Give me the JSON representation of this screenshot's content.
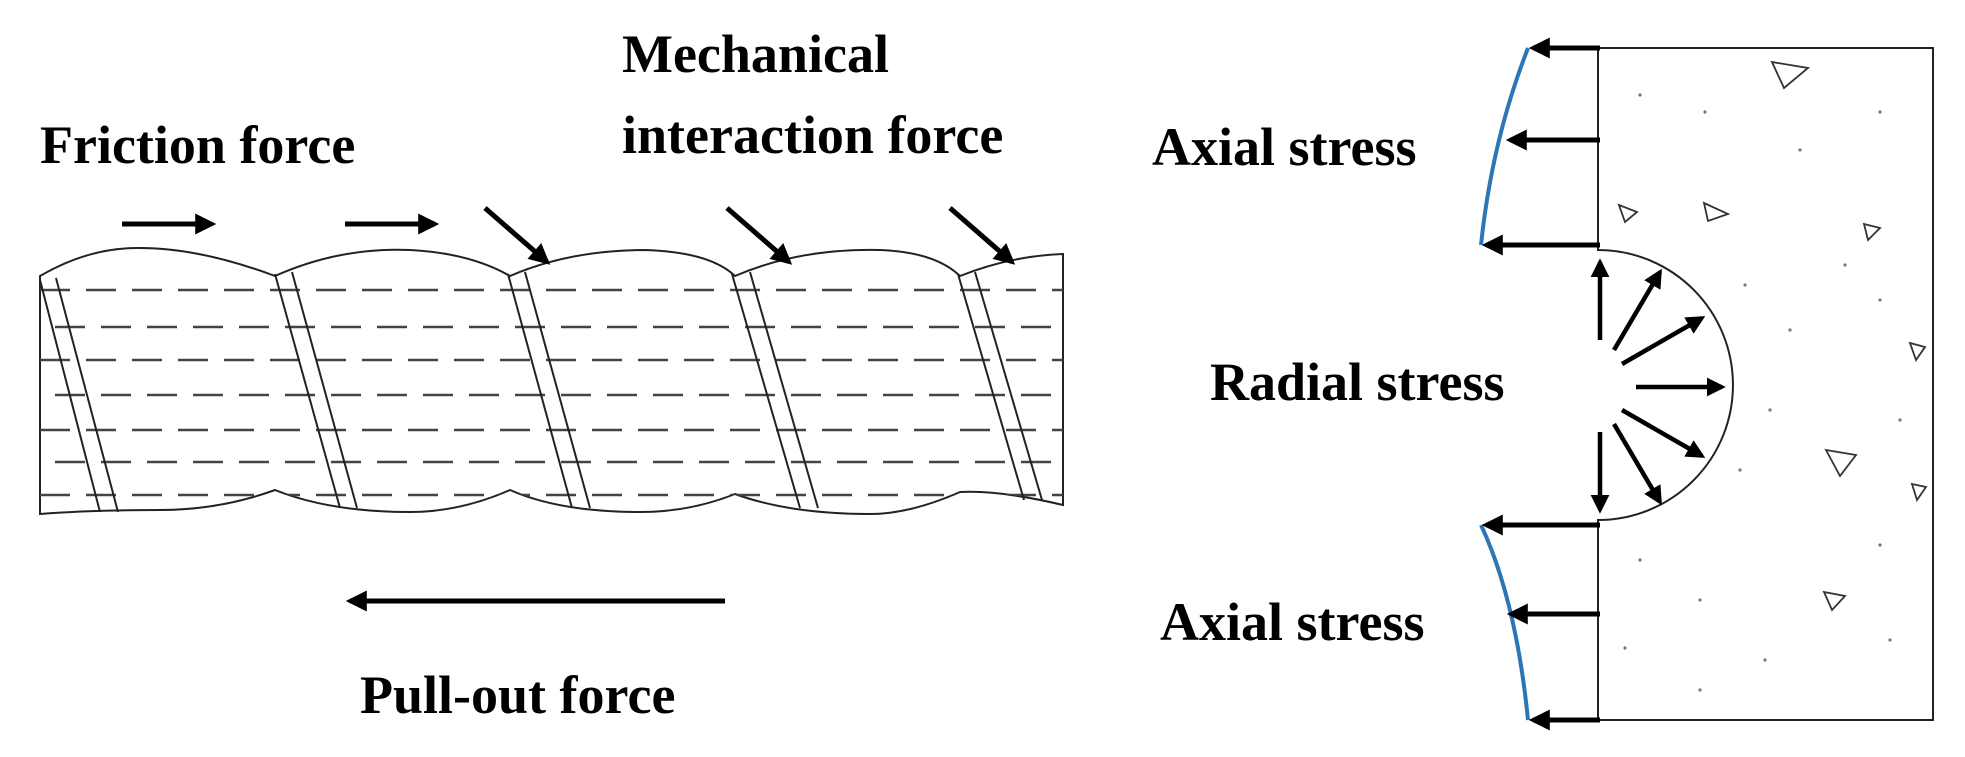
{
  "left_panel": {
    "friction_label": "Friction force",
    "mechanical_label_line1": "Mechanical",
    "mechanical_label_line2": "interaction force",
    "pullout_label": "Pull-out force"
  },
  "right_panel": {
    "axial_top_label": "Axial stress",
    "radial_label": "Radial stress",
    "axial_bottom_label": "Axial stress",
    "stress_profile_color": "#2e75b6"
  },
  "icons": [
    "friction-arrow-icon",
    "interaction-arrow-icon",
    "pullout-arrow-icon",
    "axial-stress-arrow-icon",
    "radial-stress-arrow-icon"
  ]
}
